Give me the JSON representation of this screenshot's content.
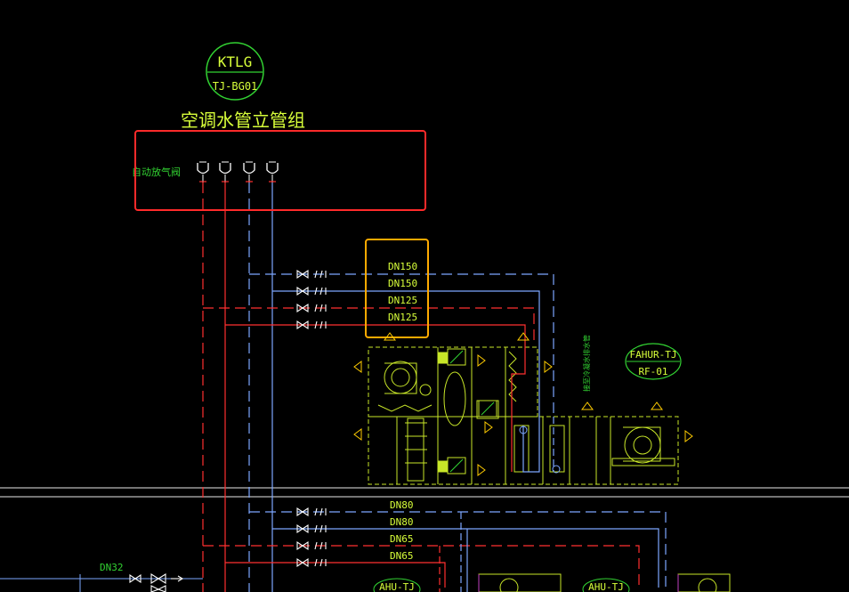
{
  "riser_tag": {
    "code": "KTLG",
    "number": "TJ-BG01"
  },
  "riser_title": "空调水管立管组",
  "vent_valve_label": "自动放气阀",
  "branch_upper": {
    "pipe_labels": [
      "DN150",
      "DN150",
      "DN125",
      "DN125"
    ]
  },
  "unit_tag": {
    "code": "FAHUR-TJ",
    "number": "RF-01"
  },
  "unit_side_note": "接至冷凝水排水管",
  "branch_lower": {
    "pipe_labels": [
      "DN80",
      "DN80",
      "DN65",
      "DN65"
    ]
  },
  "drain_label": "DN32",
  "ahu_tags": [
    "AHU-TJ",
    "AHU-TJ"
  ],
  "highlight_colors": {
    "red_box": "#ff2a2a",
    "orange_box": "#ffaa00"
  },
  "line_colors": {
    "chilled_supply": "#ff3030",
    "chilled_return": "#7da7ff",
    "equipment": "#c8e628",
    "annotation": "#32d232",
    "text": "#d8ff3a"
  }
}
